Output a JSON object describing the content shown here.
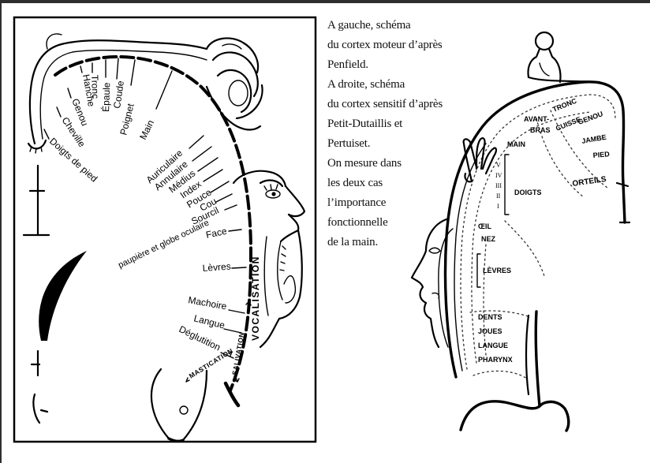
{
  "colors": {
    "ink": "#000000",
    "paper": "#ffffff",
    "frame": "#2e2e2e"
  },
  "caption": {
    "lines": [
      "A gauche, schéma",
      "du cortex moteur d’après",
      "Penfield.",
      "A droite, schéma",
      "du cortex sensitif d’après",
      "Petit-Dutaillis et",
      "Pertuiset.",
      "On mesure dans",
      "les deux cas",
      "l’importance",
      "fonctionnelle",
      "de la main."
    ]
  },
  "motor": {
    "labels": {
      "doigts_de_pied": "Doigts de pied",
      "cheville": "Cheville",
      "genou": "Genou",
      "hanche": "Hanche",
      "tronc": "Tronc",
      "epaule": "Épaule",
      "coude": "Coude",
      "poignet": "Poignet",
      "main": "Main",
      "auriculaire": "Auriculaire",
      "annulaire": "Annulaire",
      "medius": "Médius",
      "index": "Index",
      "pouce": "Pouce",
      "cou": "Cou",
      "sourcil": "Sourcil",
      "paupiere": "paupière et globe oculaire",
      "face": "Face",
      "levres": "Lèvres",
      "machoire": "Machoire",
      "langue": "Langue",
      "deglutition": "Déglutition",
      "vocalisation": "VOCALISATION",
      "salivation": "SALIVATION",
      "mastication": "MASTICATION"
    }
  },
  "sensory": {
    "labels": {
      "avant": "AVANT-",
      "bras": "BRAS",
      "tronc": "TRONC",
      "cuisse": "CUISSE",
      "genou": "GENOU",
      "jambe": "JAMBE",
      "pied": "PIED",
      "orteils": "ORTEILS",
      "main": "MAIN",
      "doigts": "DOIGTS",
      "fingers": [
        "V",
        "IV",
        "III",
        "II",
        "I"
      ],
      "oeil": "ŒIL",
      "nez": "NEZ",
      "levres": "LÈVRES",
      "dents": "DENTS",
      "joues": "JOUES",
      "langue": "LANGUE",
      "pharynx": "PHARYNX"
    }
  }
}
